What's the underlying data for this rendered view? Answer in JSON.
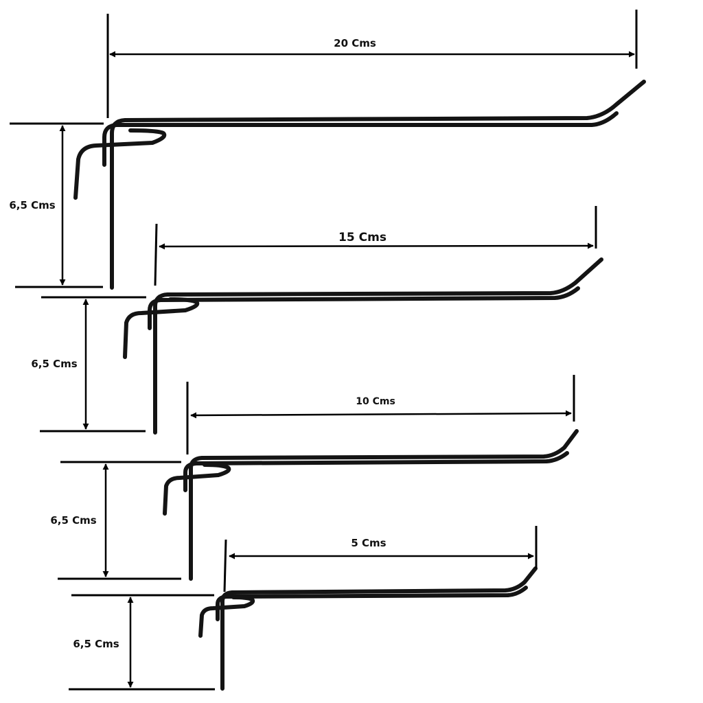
{
  "colors": {
    "background": "#ffffff",
    "hook": "#141414",
    "dimension": "#000000"
  },
  "hooks": [
    {
      "id": "hook-20",
      "length_label": "20 Cms",
      "height_label": "6,5 Cms"
    },
    {
      "id": "hook-15",
      "length_label": "15 Cms",
      "height_label": "6,5 Cms"
    },
    {
      "id": "hook-10",
      "length_label": "10 Cms",
      "height_label": "6,5 Cms"
    },
    {
      "id": "hook-5",
      "length_label": "5 Cms",
      "height_label": "6,5 Cms"
    }
  ]
}
